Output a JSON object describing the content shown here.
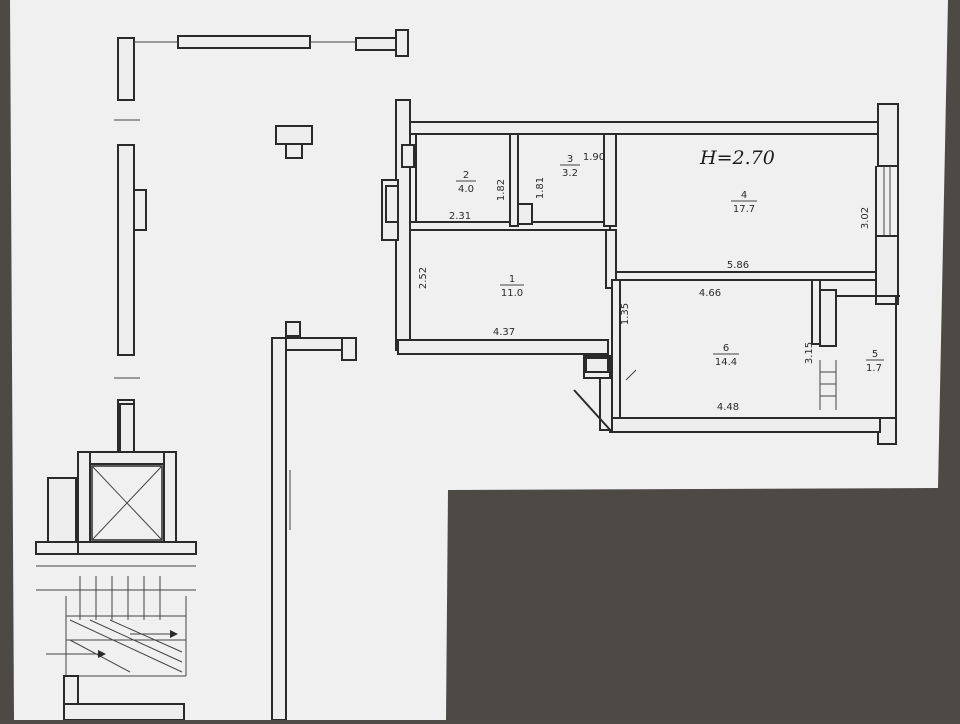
{
  "height_note": "H=2.70",
  "rooms": [
    {
      "number": "1",
      "area": "11.0"
    },
    {
      "number": "2",
      "area": "4.0"
    },
    {
      "number": "3",
      "area": "3.2"
    },
    {
      "number": "4",
      "area": "17.7"
    },
    {
      "number": "5",
      "area": "1.7"
    },
    {
      "number": "6",
      "area": "14.4"
    }
  ],
  "dimensions": {
    "room2_height": "1.82",
    "room2_width": "2.31",
    "room3_height": "1.81",
    "room3_width": "1.90",
    "room4_height": "3.02",
    "room4_width": "5.86",
    "room1_height": "2.52",
    "room1_width": "4.37",
    "room6_top": "4.66",
    "room6_height": "3.15",
    "room6_bottom": "4.48",
    "corridor_height": "1.35"
  }
}
